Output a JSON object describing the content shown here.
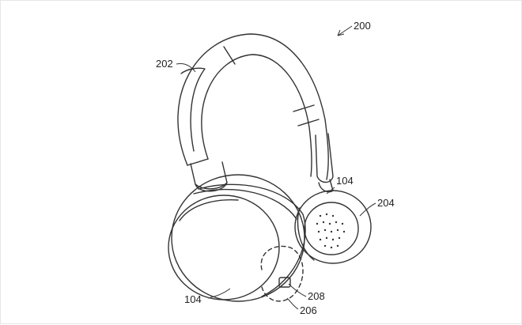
{
  "figure": {
    "labels": {
      "assembly": "200",
      "headband": "202",
      "ear_cushion": "204",
      "earcup_left": "104",
      "earcup_right": "104",
      "dashed_region": "206",
      "control": "208"
    },
    "colors": {
      "line": "#333333",
      "background": "#ffffff"
    }
  }
}
